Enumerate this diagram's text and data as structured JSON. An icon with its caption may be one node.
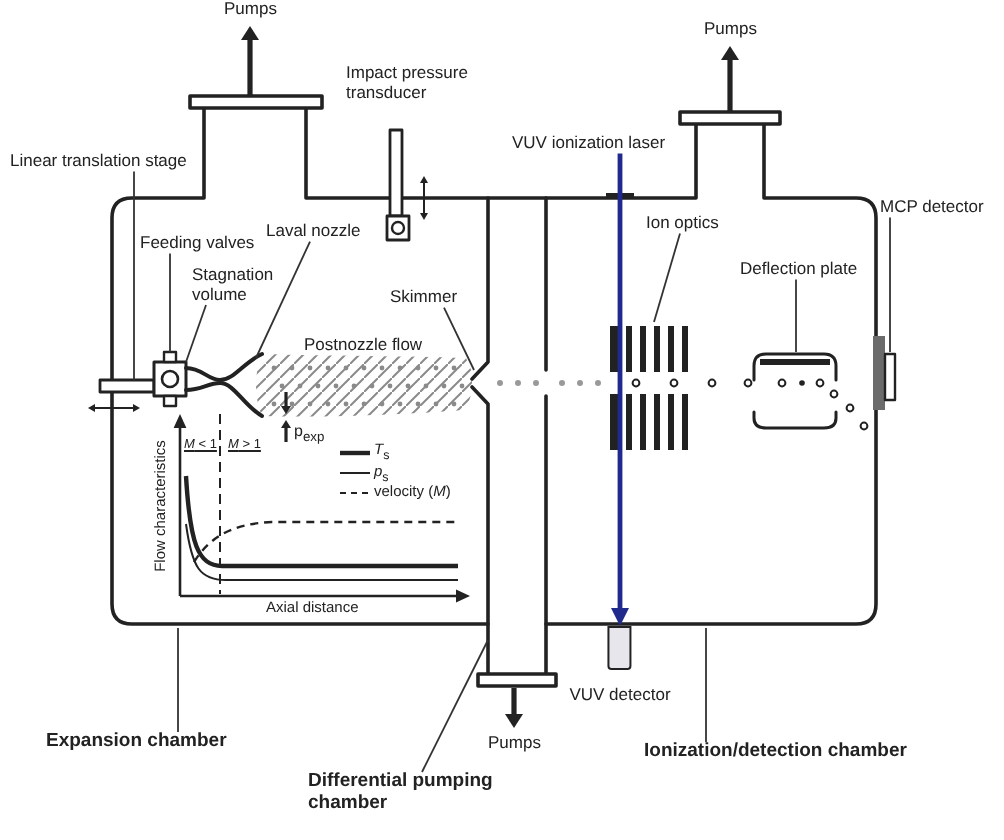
{
  "diagram": {
    "nodes": [
      {
        "text": [
          "VUV ionization laser"
        ]
      },
      {
        "text": [
          "Linear translation stage"
        ]
      },
      {
        "text": [
          "MCP detector"
        ]
      },
      {
        "text": [
          "Ion optics"
        ]
      },
      {
        "text": [
          "Laval nozzle"
        ]
      },
      {
        "text": [
          "Feeding valves"
        ]
      },
      {
        "text": [
          "Deflection plate"
        ]
      },
      {
        "text": [
          "Stagnation volume"
        ]
      },
      {
        "text": [
          "Skimmer"
        ]
      },
      {
        "text": [
          "VUV detector"
        ]
      },
      {
        "text": [
          "Expansion chamber"
        ]
      },
      {
        "text": [
          "Ionization/detection chamber"
        ]
      },
      {
        "text": [
          "Differential pumping chamber"
        ]
      }
    ],
    "edges": [
      {
        "from": 1,
        "to": null,
        "arrow": "none"
      },
      {
        "from": 2,
        "to": null,
        "arrow": "none"
      },
      {
        "from": 3,
        "to": null,
        "arrow": "none"
      },
      {
        "from": 4,
        "to": null,
        "arrow": "none"
      },
      {
        "from": 5,
        "to": null,
        "arrow": "none"
      },
      {
        "from": 6,
        "to": null,
        "arrow": "none"
      },
      {
        "from": 7,
        "to": null,
        "arrow": "none"
      },
      {
        "from": 8,
        "to": null,
        "arrow": "none"
      },
      {
        "from": 0,
        "to": 9,
        "arrow": "to",
        "style": "thick",
        "color": "#1f2a8c"
      },
      {
        "from": 10,
        "to": null,
        "arrow": "none"
      },
      {
        "from": 11,
        "to": null,
        "arrow": "none"
      },
      {
        "from": 12,
        "to": null,
        "arrow": "none"
      }
    ],
    "labels": [
      "Pumps",
      "Pumps",
      "Impact pressure transducer",
      "Postnozzle flow",
      "*M* < 1",
      "*M* > 1",
      "p$_{exp}$",
      "Flow characteristics",
      "Axial distance",
      "Pumps"
    ],
    "legend": [
      {
        "text": "*T*$_{s}$"
      },
      {
        "text": "*p*$_{s}$"
      },
      {
        "text": "velocity (*M*)"
      }
    ]
  }
}
